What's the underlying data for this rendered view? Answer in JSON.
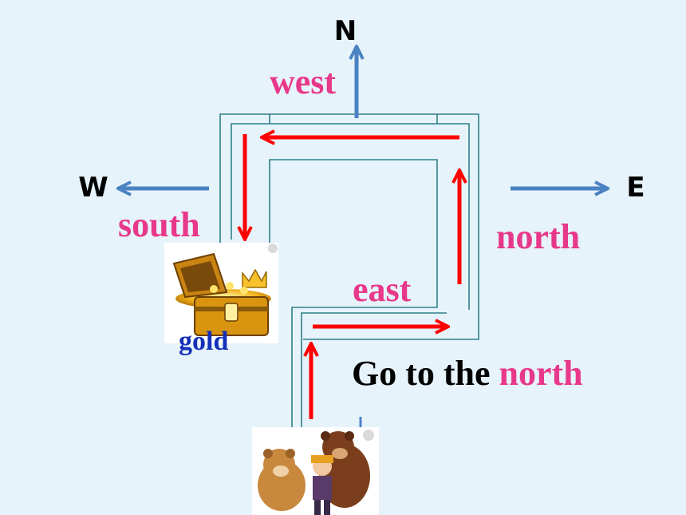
{
  "compass": {
    "north": "N",
    "west": "W",
    "east": "E"
  },
  "route_labels": {
    "west": "west",
    "south": "south",
    "north": "north",
    "east": "east"
  },
  "instruction": {
    "prefix": "Go to the ",
    "direction": "north"
  },
  "treasure": {
    "label": "gold"
  },
  "icons": {
    "treasure": "treasure-chest-icon",
    "characters": "bear-characters-icon"
  },
  "colors": {
    "background": "#e6f3fb",
    "compass_arrow": "#4a82c2",
    "route_arrow": "#ff0000",
    "direction_text": "#e8388a",
    "gold_text": "#1530b8",
    "maze_wall": "#2f7f8a"
  }
}
